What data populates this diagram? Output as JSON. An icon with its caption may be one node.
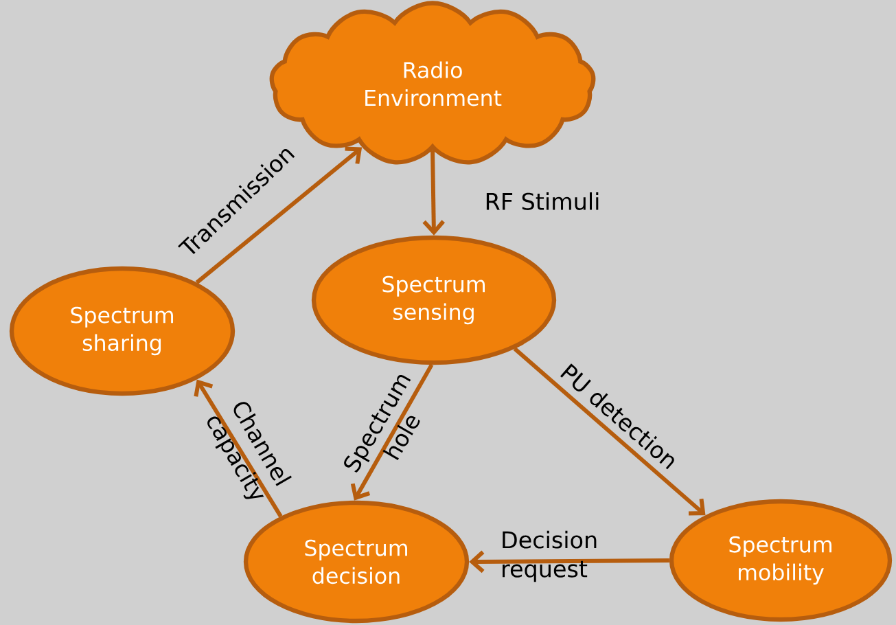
{
  "diagram": {
    "nodes": [
      {
        "text": [
          "Radio Environment"
        ]
      },
      {
        "text": [
          "Spectrum sensing"
        ]
      },
      {
        "text": [
          "Spectrum sharing"
        ]
      },
      {
        "text": [
          "Spectrum decision"
        ]
      },
      {
        "text": [
          "Spectrum mobility"
        ]
      }
    ],
    "edges": [
      {
        "from": 0,
        "to": 1,
        "arrow": "to",
        "label": "RF Stimuli"
      },
      {
        "from": 2,
        "to": 0,
        "arrow": "to",
        "label": "Transmission"
      },
      {
        "from": 1,
        "to": 3,
        "arrow": "to",
        "label": "Spectrum hole"
      },
      {
        "from": 1,
        "to": 4,
        "arrow": "to",
        "label": "PU detection"
      },
      {
        "from": 4,
        "to": 3,
        "arrow": "to",
        "label": "Decision request"
      },
      {
        "from": 3,
        "to": 2,
        "arrow": "to",
        "label": "Channel capacity"
      }
    ]
  }
}
